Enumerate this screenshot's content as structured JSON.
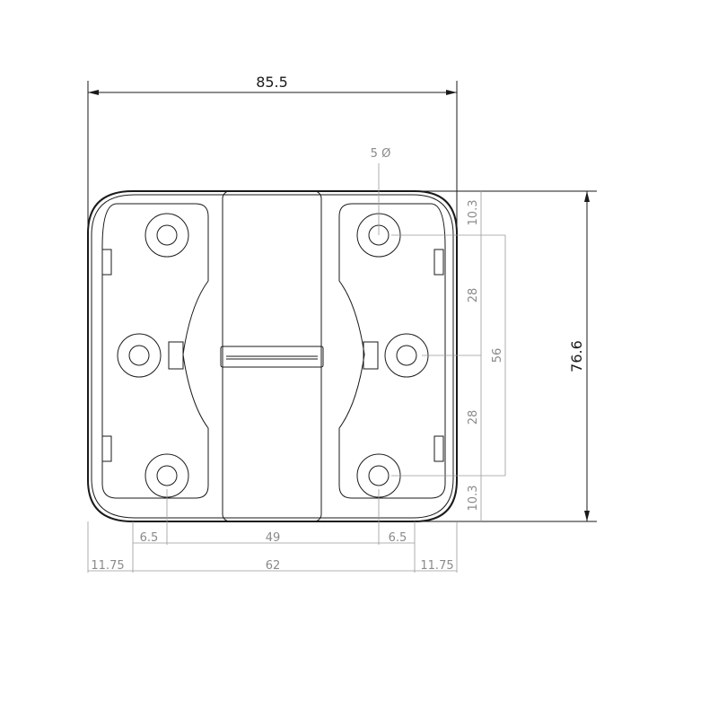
{
  "drawing": {
    "dimensions": {
      "overall_width": "85.5",
      "overall_height": "76.6",
      "hole_diameter": "5 Ø",
      "top_offset": "10.3",
      "bottom_offset": "10.3",
      "upper_spacing": "28",
      "lower_spacing": "28",
      "vertical_pitch": "56",
      "left_hole_offset": "6.5",
      "right_hole_offset": "6.5",
      "hole_pitch": "49",
      "left_margin": "11.75",
      "right_margin": "11.75",
      "inner_width": "62"
    },
    "colors": {
      "outline": "#1a1a1a",
      "dimension_minor": "#9a9a9a",
      "background": "#ffffff"
    }
  }
}
